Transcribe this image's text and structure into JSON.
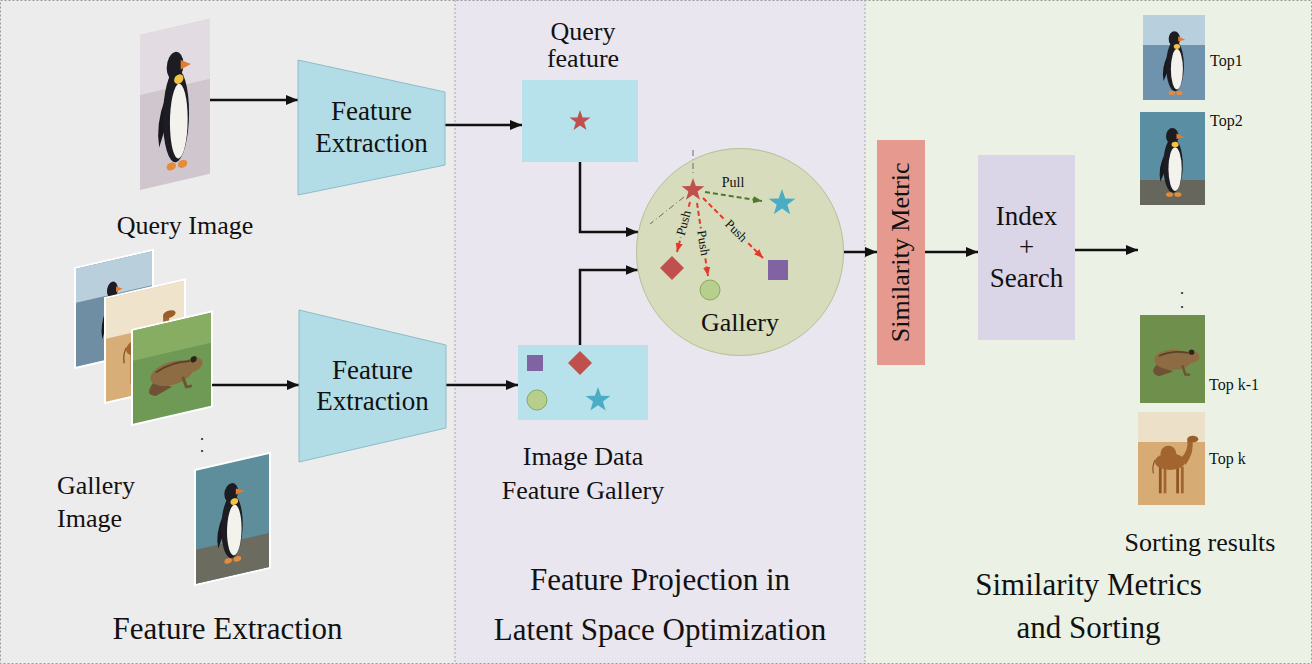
{
  "diagram": {
    "nodes": [
      {
        "text": [
          "Feature Extraction"
        ]
      },
      {
        "text": [
          "Query Image"
        ],
        "in": 0
      },
      {
        "text": [
          "Feature Extraction"
        ],
        "in": 0
      },
      {
        "text": [
          "Gallery Image"
        ],
        "in": 0
      },
      {
        "text": [
          "Feature Extraction"
        ],
        "in": 0
      },
      {
        "text": [
          "Feature Projection in Latent Space Optimization"
        ]
      },
      {
        "text": [
          "Query feature"
        ],
        "in": 5
      },
      {
        "text": [
          "Image Data Feature Gallery"
        ],
        "in": 5
      },
      {
        "text": [
          "Gallery"
        ],
        "in": 5
      },
      {
        "text": [
          "Similarity Metrics and Sorting"
        ]
      },
      {
        "text": [
          "Similarity Metric"
        ],
        "in": 9
      },
      {
        "text": [
          "Index + Search"
        ],
        "in": 9
      },
      {
        "text": [
          "Sorting results"
        ],
        "in": 9
      }
    ],
    "edges": [
      {
        "from": 1,
        "to": 2,
        "arrow": "to"
      },
      {
        "from": 2,
        "to": 6,
        "arrow": "to"
      },
      {
        "from": 3,
        "to": 4,
        "arrow": "to"
      },
      {
        "from": 4,
        "to": 7,
        "arrow": "to"
      },
      {
        "from": 6,
        "to": 8,
        "arrow": "to"
      },
      {
        "from": 7,
        "to": 8,
        "arrow": "to"
      },
      {
        "from": 8,
        "to": 10,
        "arrow": "to"
      },
      {
        "from": 10,
        "to": 11,
        "arrow": "to"
      },
      {
        "from": 11,
        "to": 12,
        "arrow": "to"
      }
    ],
    "labels": [
      ".",
      ".",
      "Pull",
      "Push",
      "Push",
      "Push",
      "Top1",
      "Top2",
      ".",
      ".",
      "Top k-1",
      "Top k"
    ]
  }
}
